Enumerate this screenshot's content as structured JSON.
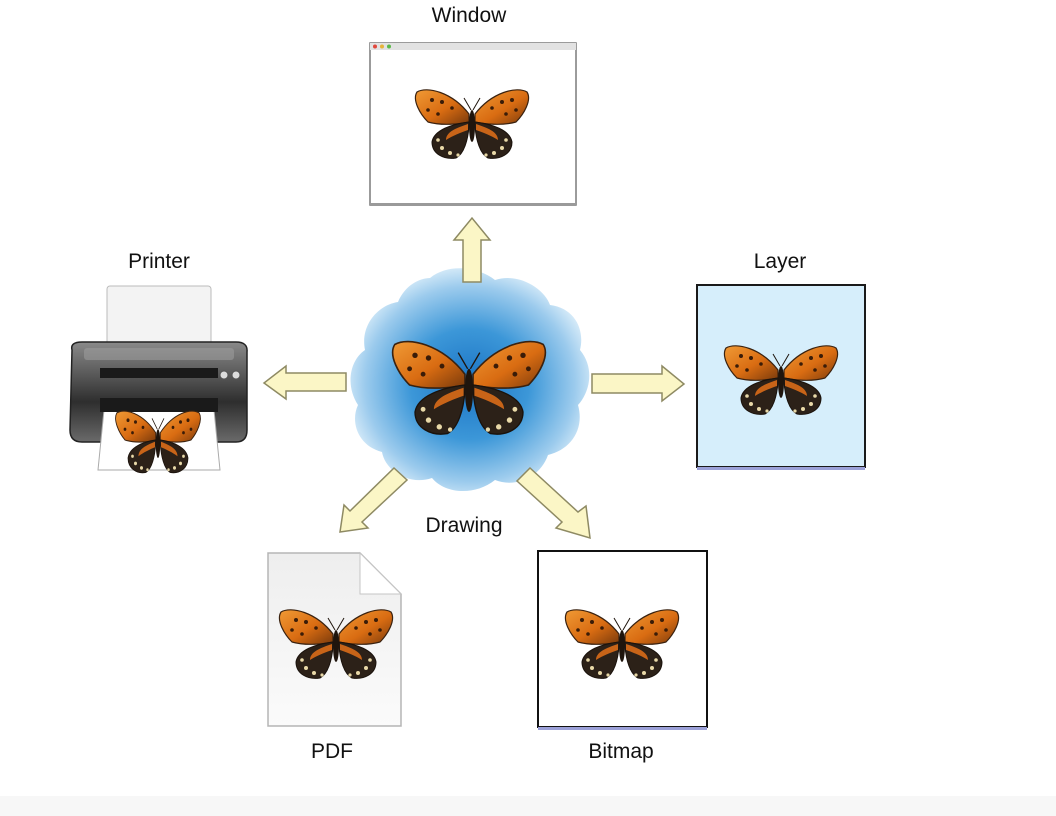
{
  "diagram": {
    "center_label": "Drawing",
    "destinations": {
      "window": "Window",
      "printer": "Printer",
      "layer": "Layer",
      "pdf": "PDF",
      "bitmap": "Bitmap"
    }
  },
  "colors": {
    "arrow_fill": "#fbf6c6",
    "arrow_stroke": "#8e8a63",
    "cloud_center": "#1e7fcf",
    "cloud_edge": "#d8edf9",
    "layer_background": "#d6eefb",
    "butterfly_orange": "#e07a1a",
    "butterfly_dark": "#2a2018"
  }
}
